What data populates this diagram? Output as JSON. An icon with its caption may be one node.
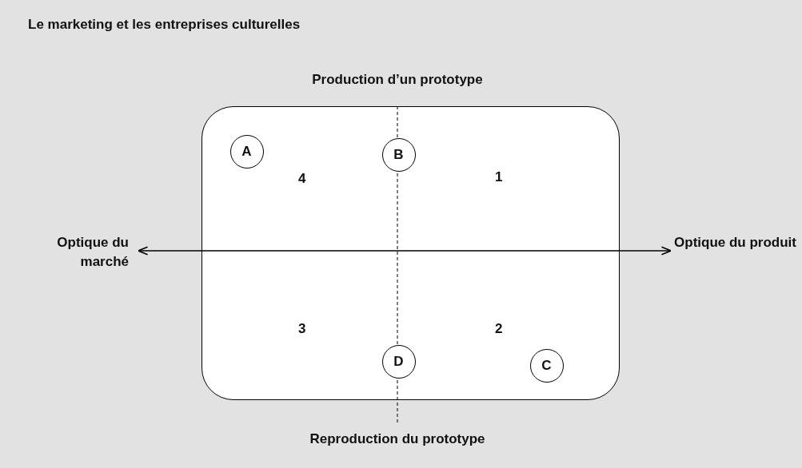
{
  "diagram": {
    "title": "Le marketing et les entreprises culturelles",
    "nodes": [
      {
        "text": [
          "4",
          "1",
          "3",
          "2"
        ]
      },
      {
        "text": [
          "A"
        ],
        "in": 0
      },
      {
        "text": [
          "B"
        ],
        "in": 0
      },
      {
        "text": [
          "D"
        ],
        "in": 0
      },
      {
        "text": [
          "C"
        ],
        "in": 0
      }
    ],
    "edges": [],
    "labels": [
      "Production d’un prototype",
      "Optique du marché",
      "Optique du produit",
      "Reproduction du prototype"
    ]
  }
}
